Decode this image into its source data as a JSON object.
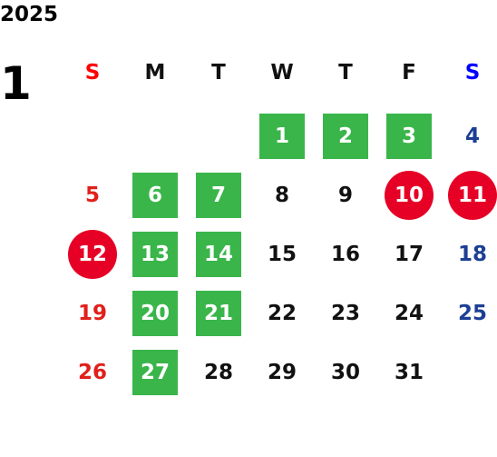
{
  "year": "2025",
  "month": "1",
  "colors": {
    "sunday": "#e0201b",
    "saturday": "#1c3f94",
    "weekday": "#111111",
    "green_box": "#3ab54a",
    "red_circle": "#e60026",
    "sunday_header": "#ff0000",
    "saturday_header": "#0000ff"
  },
  "weekdays": [
    "S",
    "M",
    "T",
    "W",
    "T",
    "F",
    "S"
  ],
  "weeks": [
    [
      null,
      null,
      null,
      {
        "n": "1",
        "mark": "square"
      },
      {
        "n": "2",
        "mark": "square"
      },
      {
        "n": "3",
        "mark": "square"
      },
      {
        "n": "4",
        "mark": "none"
      }
    ],
    [
      {
        "n": "5",
        "mark": "none"
      },
      {
        "n": "6",
        "mark": "square"
      },
      {
        "n": "7",
        "mark": "square"
      },
      {
        "n": "8",
        "mark": "none"
      },
      {
        "n": "9",
        "mark": "none"
      },
      {
        "n": "10",
        "mark": "circle"
      },
      {
        "n": "11",
        "mark": "circle"
      }
    ],
    [
      {
        "n": "12",
        "mark": "circle"
      },
      {
        "n": "13",
        "mark": "square"
      },
      {
        "n": "14",
        "mark": "square"
      },
      {
        "n": "15",
        "mark": "none"
      },
      {
        "n": "16",
        "mark": "none"
      },
      {
        "n": "17",
        "mark": "none"
      },
      {
        "n": "18",
        "mark": "none"
      }
    ],
    [
      {
        "n": "19",
        "mark": "none"
      },
      {
        "n": "20",
        "mark": "square"
      },
      {
        "n": "21",
        "mark": "square"
      },
      {
        "n": "22",
        "mark": "none"
      },
      {
        "n": "23",
        "mark": "none"
      },
      {
        "n": "24",
        "mark": "none"
      },
      {
        "n": "25",
        "mark": "none"
      }
    ],
    [
      {
        "n": "26",
        "mark": "none"
      },
      {
        "n": "27",
        "mark": "square"
      },
      {
        "n": "28",
        "mark": "none"
      },
      {
        "n": "29",
        "mark": "none"
      },
      {
        "n": "30",
        "mark": "none"
      },
      {
        "n": "31",
        "mark": "none"
      },
      null
    ]
  ]
}
